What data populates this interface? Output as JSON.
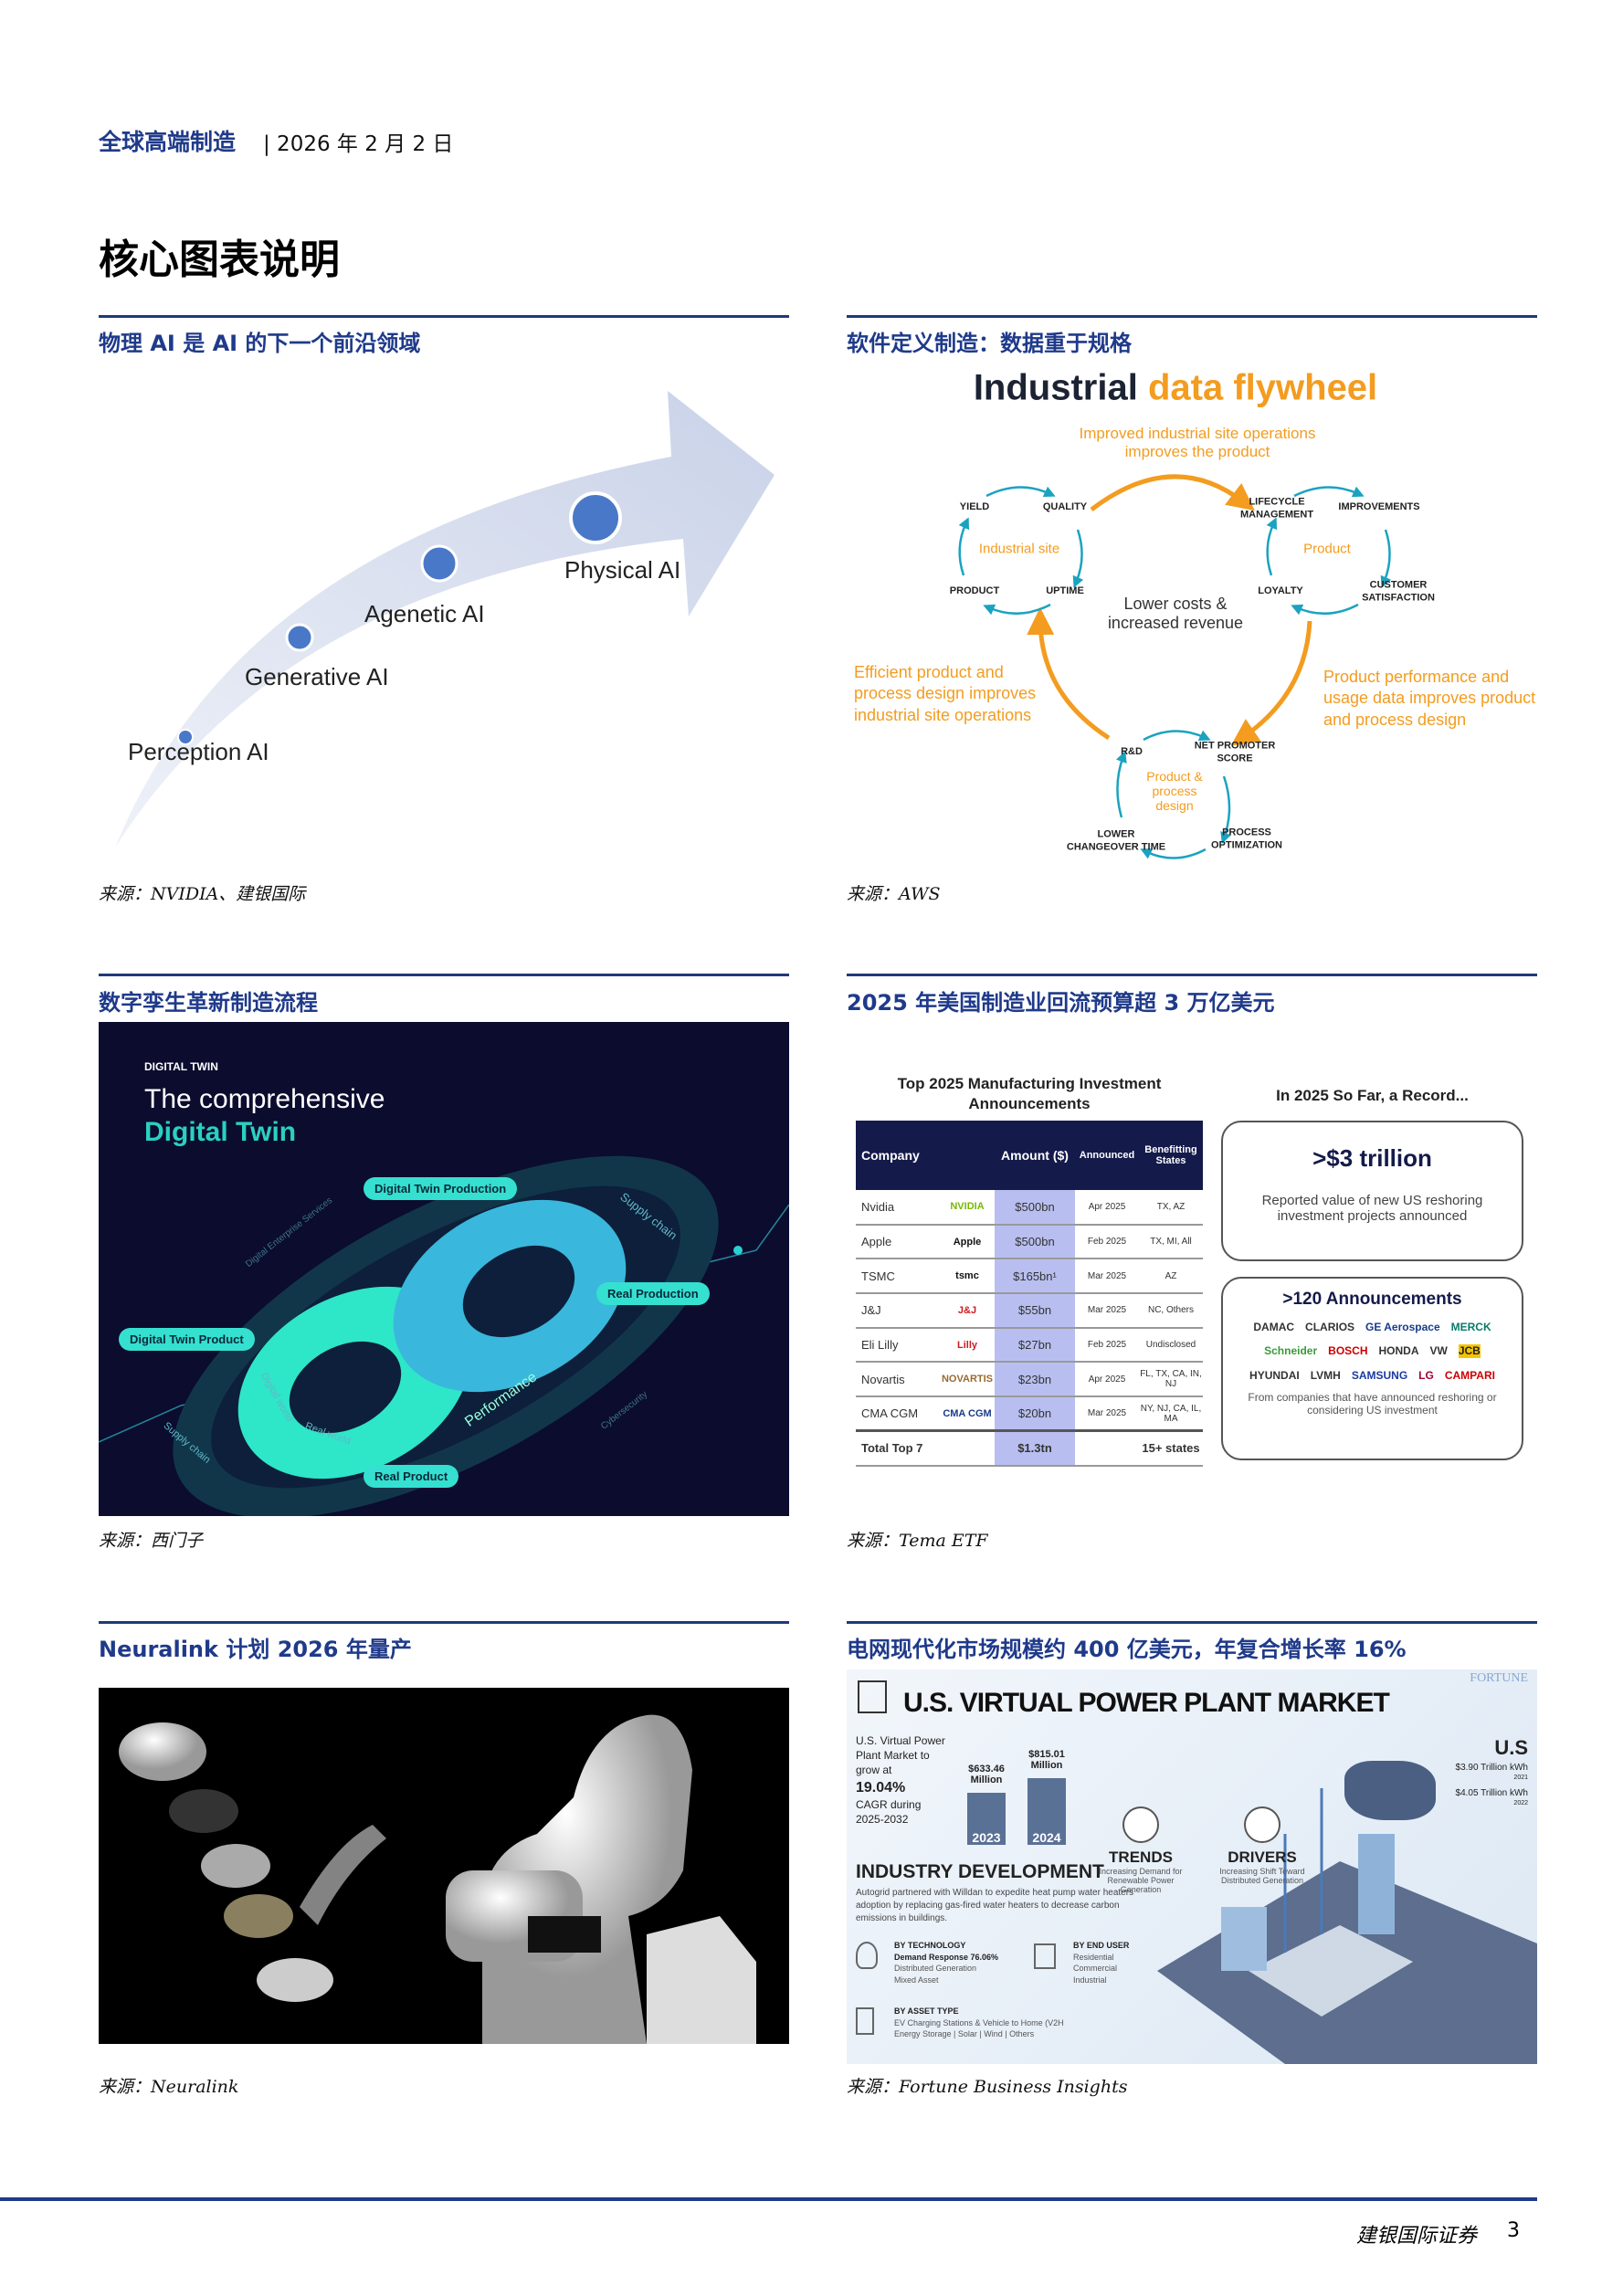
{
  "header": {
    "brand": "全球高端制造",
    "date": "| 2026 年 2 月 2 日"
  },
  "page_title": "核心图表说明",
  "panels": {
    "p1": {
      "title": "物理 AI 是 AI 的下一个前沿领域",
      "source": "来源：NVIDIA、建银国际",
      "stages": [
        "Perception AI",
        "Generative AI",
        "Agenetic AI",
        "Physical AI"
      ]
    },
    "p2": {
      "title": "软件定义制造：数据重于规格",
      "source": "来源：AWS",
      "fw_title_a": "Industrial",
      "fw_title_b": "data flywheel",
      "top_text": "Improved industrial site operations improves the product",
      "center": "Lower costs & increased revenue",
      "left_text": "Efficient product and process design improves industrial site operations",
      "right_text": "Product performance and usage data improves product and process design",
      "site": {
        "name": "Industrial site",
        "items": [
          "YIELD",
          "QUALITY",
          "UPTIME",
          "PRODUCT"
        ]
      },
      "product": {
        "name": "Product",
        "items": [
          "LIFECYCLE MANAGEMENT",
          "IMPROVEMENTS",
          "CUSTOMER SATISFACTION",
          "LOYALTY"
        ]
      },
      "design": {
        "name": "Product & process design",
        "items": [
          "R&D",
          "NET PROMOTER SCORE",
          "PROCESS OPTIMIZATION",
          "LOWER CHANGEOVER TIME"
        ]
      }
    },
    "p3": {
      "title": "数字孪生革新制造流程",
      "source": "来源：西门子",
      "kicker": "DIGITAL TWIN",
      "line1": "The comprehensive",
      "line2": "Digital Twin",
      "pills": [
        "Digital Twin Production",
        "Real Production",
        "Digital Twin Product",
        "Real Product"
      ],
      "rings": [
        "Supply chain",
        "Digital Enterprise Services",
        "Performance",
        "Cybersecurity",
        "Digital world",
        "Real world",
        "Supply chain"
      ]
    },
    "p4": {
      "title": "2025 年美国制造业回流预算超 3 万亿美元",
      "source": "来源：Tema ETF",
      "table_title": "Top 2025 Manufacturing Investment Announcements",
      "columns": [
        "Company",
        "Amount ($)",
        "Announced",
        "Benefitting States"
      ],
      "rows": [
        {
          "company": "Nvidia",
          "logo": "NVIDIA",
          "amount": "$500bn",
          "announced": "Apr 2025",
          "states": "TX, AZ"
        },
        {
          "company": "Apple",
          "logo": " Apple",
          "amount": "$500bn",
          "announced": "Feb 2025",
          "states": "TX, MI, All"
        },
        {
          "company": "TSMC",
          "logo": "tsmc",
          "amount": "$165bn¹",
          "announced": "Mar 2025",
          "states": "AZ"
        },
        {
          "company": "J&J",
          "logo": "J&J",
          "amount": "$55bn",
          "announced": "Mar 2025",
          "states": "NC, Others"
        },
        {
          "company": "Eli Lilly",
          "logo": "Lilly",
          "amount": "$27bn",
          "announced": "Feb 2025",
          "states": "Undisclosed"
        },
        {
          "company": "Novartis",
          "logo": "NOVARTIS",
          "amount": "$23bn",
          "announced": "Apr 2025",
          "states": "FL, TX, CA, IN, NJ"
        },
        {
          "company": "CMA CGM",
          "logo": "CMA CGM",
          "amount": "$20bn",
          "announced": "Mar 2025",
          "states": "NY, NJ, CA, IL, MA"
        }
      ],
      "total": {
        "label": "Total Top 7",
        "amount": "$1.3tn",
        "states": "15+ states"
      },
      "record_title": "In 2025 So Far, a Record...",
      "big_value": "$3 trillion",
      "big_value_prefix": ">",
      "big_desc": "Reported value of new US reshoring investment projects announced",
      "ann_title": ">120 Announcements",
      "logos": [
        "DAMAC",
        "CLARIOS",
        "GE Aerospace",
        "MERCK",
        "Schneider",
        "BOSCH",
        "HONDA",
        "VW",
        "JCB",
        "HYUNDAI",
        "LVMH",
        "SAMSUNG",
        "LG",
        "CAMPARI"
      ],
      "ann_desc": "From companies that have announced reshoring or considering US investment"
    },
    "p5": {
      "title": "Neuralink 计划 2026 年量产",
      "source": "来源：Neuralink"
    },
    "p6": {
      "title": "电网现代化市场规模约 400 亿美元，年复合增长率 16%",
      "source": "来源：Fortune Business Insights",
      "heading": "U.S. VIRTUAL POWER PLANT MARKET",
      "brand": "FORTUNE",
      "intro": "U.S. Virtual Power Plant Market to grow at",
      "cagr": "19.04%",
      "cagr_note": "CAGR during 2025-2032",
      "bars": [
        {
          "year": "2023",
          "label": "$633.46 Million",
          "value": 633.46
        },
        {
          "year": "2024",
          "label": "$815.01 Million",
          "value": 815.01
        }
      ],
      "trends_title": "TRENDS",
      "trends_text": "Increasing Demand for Renewable Power Generation",
      "drivers_title": "DRIVERS",
      "drivers_text": "Increasing Shift Toward Distributed Generation",
      "us": "U.S",
      "us_v1": "$3.90 Trillion kWh",
      "us_y1": "2021",
      "us_v2": "$4.05 Trillion kWh",
      "us_y2": "2022",
      "dev_title": "INDUSTRY DEVELOPMENT",
      "dev_text": "Autogrid partnered with Willdan to expedite heat pump water heaters adoption by replacing gas-fired water heaters to decrease carbon emissions in buildings.",
      "tech_title": "BY TECHNOLOGY",
      "tech_items": [
        "Demand Response 76.06%",
        "Distributed Generation",
        "Mixed Asset"
      ],
      "user_title": "BY END USER",
      "user_items": [
        "Residential",
        "Commercial",
        "Industrial"
      ],
      "asset_title": "BY ASSET TYPE",
      "asset_items": [
        "EV Charging Stations & Vehicle to Home (V2H",
        "Energy Storage | Solar | Wind | Others"
      ]
    }
  },
  "footer": {
    "brand": "建银国际证券",
    "page": "3"
  },
  "colors": {
    "accent": "#1f3a8a",
    "orange": "#f39c1f",
    "teal": "#1aa3c0",
    "navy": "#141a4a"
  }
}
